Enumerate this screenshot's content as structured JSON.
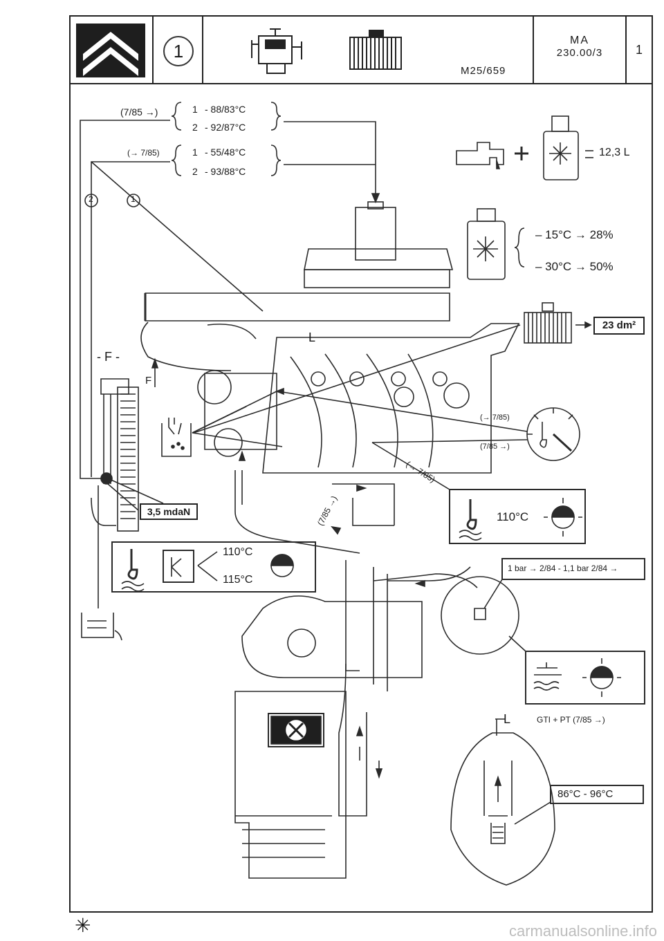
{
  "header": {
    "section_number": "1",
    "code": "M25/659",
    "ref_line1": "MA",
    "ref_line2": "230.00/3",
    "page_number": "1"
  },
  "thermostat_specs": {
    "after_label": "(7/85 →)",
    "after_1": "- 88/83°C",
    "after_2": "- 92/87°C",
    "before_label": "(→ 7/85)",
    "before_1": "- 55/48°C",
    "before_2": "- 93/88°C",
    "marker_1": "1",
    "marker_2": "2"
  },
  "capacity": {
    "value": "12,3 L"
  },
  "antifreeze": {
    "row1": "– 15°C → 28%",
    "row2": "– 30°C → 50%"
  },
  "radiator_area": {
    "value": "23 dm²"
  },
  "labels": {
    "L_top": "L",
    "F_title": "- F -",
    "F_arrow": "F",
    "torque": "3,5 mdaN",
    "sensor_before": "(→ 7/85)",
    "sensor_after": "(7/85 →)",
    "sensor_before_diag": "(→ 7/85)",
    "diag_after": "(7/85 →)",
    "temp_warning": "110°C",
    "switch_on": "110°C",
    "switch_off": "115°C",
    "pressure": "1 bar → 2/84 - 1,1 bar 2/84 →",
    "L_bottom": "L",
    "gti": "GTI + PT (7/85 →)",
    "thermostat_open": "86°C - 96°C"
  },
  "icons": [
    "citroen-logo-icon",
    "engine-icon",
    "radiator-icon",
    "tap-icon",
    "coolant-bottle-icon",
    "thermometer-icon",
    "warning-lamp-icon",
    "fan-switch-icon",
    "fan-icon",
    "drain-container-icon",
    "filler-cap-icon",
    "level-check-icon"
  ],
  "footer": {
    "mark": "✳",
    "watermark": "carmanualsonline.info"
  }
}
